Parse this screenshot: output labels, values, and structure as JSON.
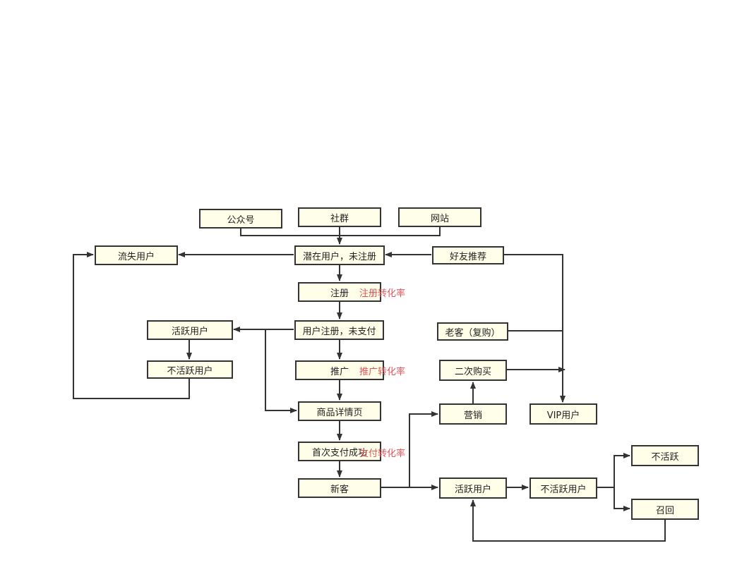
{
  "colors": {
    "node_fill": "#fefee9",
    "node_border": "#333333",
    "edge": "#333333",
    "rate_text": "#e0545a"
  },
  "nodes": {
    "gongzhonghao": "公众号",
    "shequn": "社群",
    "wangzhan": "网站",
    "liushi": "流失用户",
    "qianzai": "潜在用户，未注册",
    "haoyou": "好友推荐",
    "zhuce": "注册",
    "yonghu_zhuce": "用户注册，未支付",
    "huoyue_left": "活跃用户",
    "buhuoyue_left": "不活跃用户",
    "laoke": "老客（复购）",
    "tuiguang": "推广",
    "erci": "二次购买",
    "shangpin": "商品详情页",
    "yingxiao": "营销",
    "vip": "VIP用户",
    "shouci": "首次支付成功",
    "xinke": "新客",
    "huoyue_right": "活跃用户",
    "buhuoyue_right": "不活跃用户",
    "buhuoyue_end": "不活跃",
    "zhaohui": "召回"
  },
  "rates": {
    "zhuce": "注册转化率",
    "tuiguang": "推广转化率",
    "zhifu": "支付转化率"
  }
}
